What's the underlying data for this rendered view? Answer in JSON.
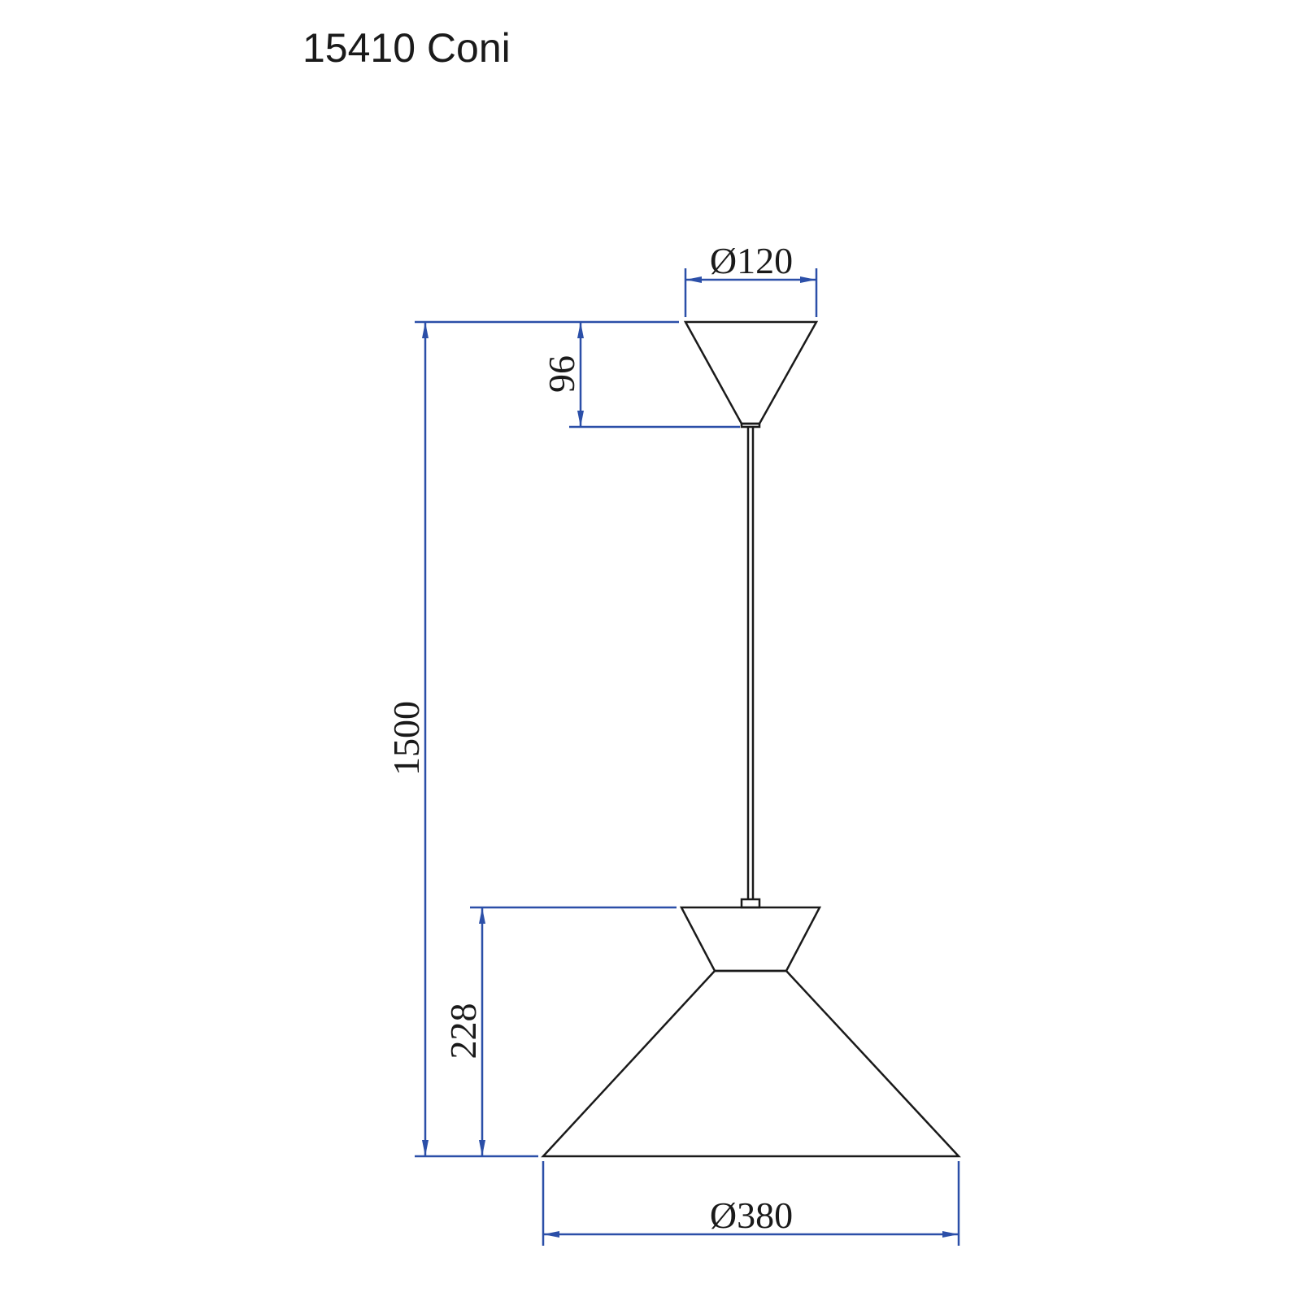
{
  "title": "15410 Coni",
  "colors": {
    "dimension_line": "#2b4fa8",
    "outline": "#1a1a1a",
    "background": "#ffffff"
  },
  "dimensions": {
    "canopy_diameter": "Ø120",
    "canopy_height": "96",
    "total_height": "1500",
    "shade_height": "228",
    "shade_diameter": "Ø380"
  }
}
